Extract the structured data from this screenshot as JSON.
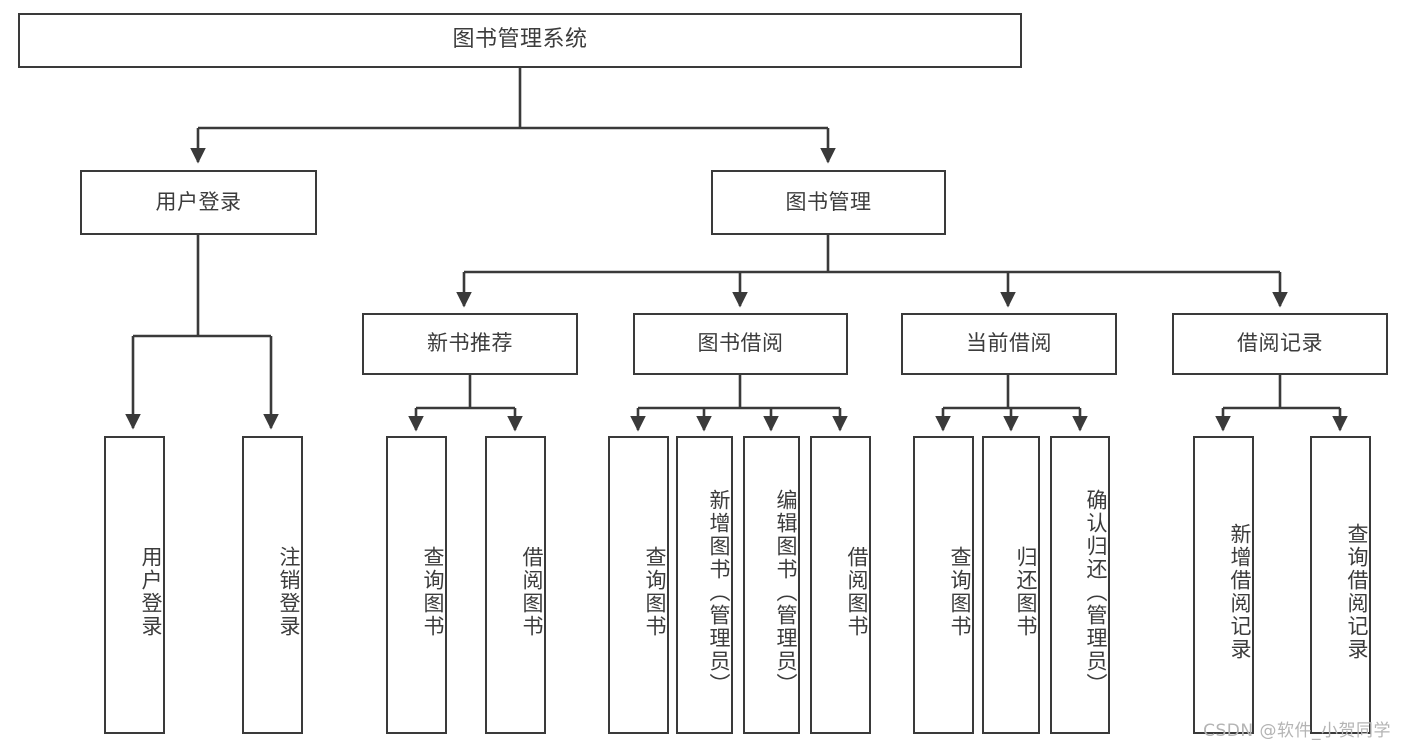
{
  "diagram": {
    "type": "tree",
    "title": "图书管理系统",
    "watermark": "CSDN @软件_小贺同学",
    "colors": {
      "box_border": "#3a3a3a",
      "box_fill": "#ffffff",
      "edge": "#3a3a3a",
      "text": "#3c3c3c",
      "watermark": "#b4b4b4",
      "background": "#ffffff"
    },
    "root": {
      "label": "图书管理系统"
    },
    "level1": [
      {
        "label": "用户登录"
      },
      {
        "label": "图书管理"
      }
    ],
    "level2": [
      {
        "label": "新书推荐"
      },
      {
        "label": "图书借阅"
      },
      {
        "label": "当前借阅"
      },
      {
        "label": "借阅记录"
      }
    ],
    "leaves": {
      "user_login": [
        {
          "label": "用户登录"
        },
        {
          "label": "注销登录"
        }
      ],
      "new_book": [
        {
          "label": "查询图书"
        },
        {
          "label": "借阅图书"
        }
      ],
      "book_borrow": [
        {
          "label": "查询图书"
        },
        {
          "label": "新增图书（管理员）"
        },
        {
          "label": "编辑图书（管理员）"
        },
        {
          "label": "借阅图书"
        }
      ],
      "current_borrow": [
        {
          "label": "查询图书"
        },
        {
          "label": "归还图书"
        },
        {
          "label": "确认归还（管理员）"
        }
      ],
      "borrow_record": [
        {
          "label": "新增借阅记录"
        },
        {
          "label": "查询借阅记录"
        }
      ]
    }
  }
}
